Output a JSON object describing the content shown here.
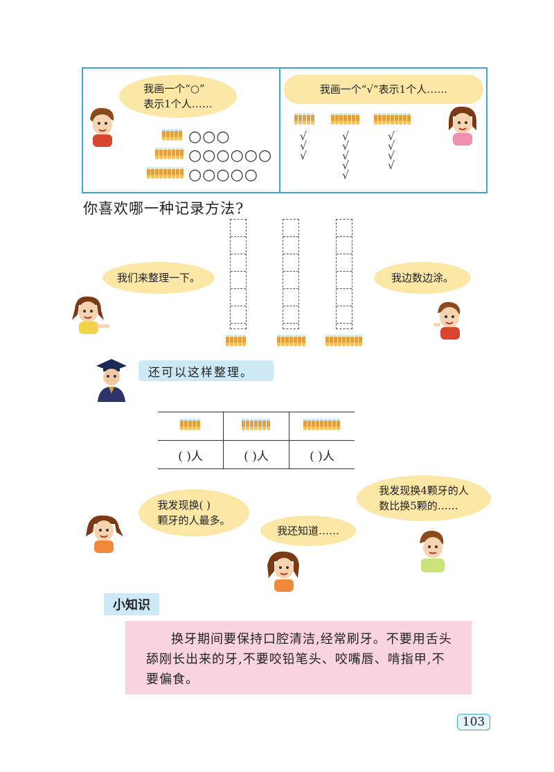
{
  "top_left": {
    "bubble": "我画一个“○”\n表示1个人……",
    "rows": [
      "○○○",
      "○○○○○○",
      "○○○○○"
    ]
  },
  "top_right": {
    "bubble": "我画一个“√”表示1个人……",
    "check_counts": [
      3,
      5,
      4
    ]
  },
  "question": "你喜欢哪一种记录方法?",
  "middle": {
    "left_bubble": "我们来整理一下。",
    "right_bubble": "我边数边涂。"
  },
  "teacher_text": "还可以这样整理。",
  "table": {
    "cells": [
      "(  )人",
      "(  )人",
      "(  )人"
    ]
  },
  "bottom": {
    "bubble_left": "我发现换(    )\n颗牙的人最多。",
    "bubble_mid": "我还知道……",
    "bubble_right": "我发现换4颗牙的人\n数比换5颗的……"
  },
  "tip": {
    "label": "小知识",
    "text": "换牙期间要保持口腔清洁,经常刷牙。不要用舌头舔刚长出来的牙,不要咬铅笔头、咬嘴唇、啃指甲,不要偏食。"
  },
  "page_number": "103"
}
